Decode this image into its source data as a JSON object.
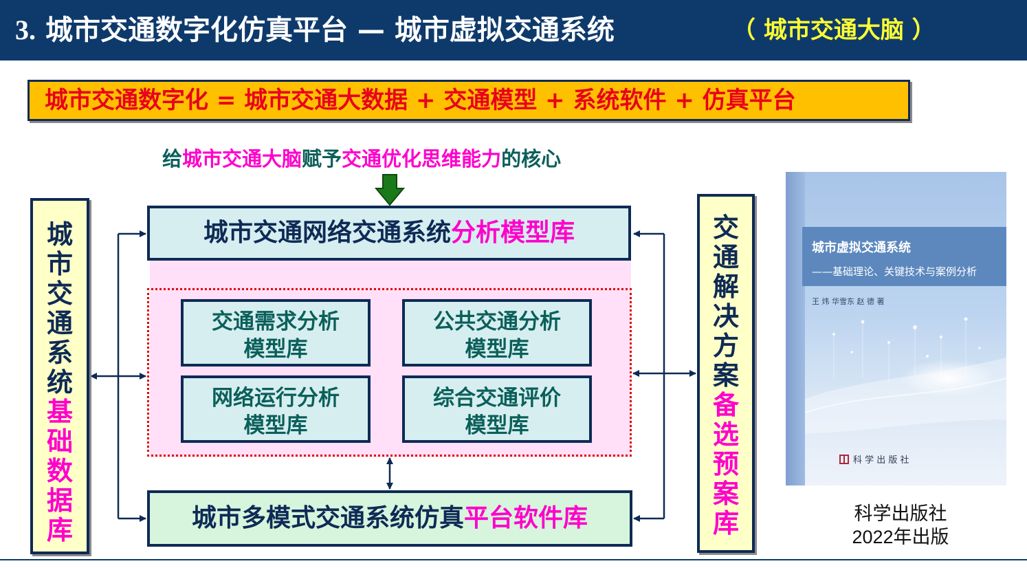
{
  "header": {
    "number": "3.",
    "title": "城市交通数字化仿真平台 — 城市虚拟交通系统",
    "subtitle": "（ 城市交通大脑 ）"
  },
  "formula": "城市交通数字化  =   城市交通大数据 + 交通模型 + 系统软件 + 仿真平台",
  "core_statement": {
    "part1": "给",
    "part2": "城市交通大脑",
    "part3": "赋予",
    "part4": "交通优化思维能力",
    "part5": "的核心"
  },
  "left_box": {
    "chars_dark": [
      "城",
      "市",
      "交",
      "通",
      "系",
      "统"
    ],
    "chars_highlight": [
      "基",
      "础",
      "数",
      "据",
      "库"
    ]
  },
  "right_box": {
    "chars_dark": [
      "交",
      "通",
      "解",
      "决",
      "方",
      "案"
    ],
    "chars_highlight": [
      "备",
      "选",
      "预",
      "案",
      "库"
    ]
  },
  "top_box": {
    "text_dark": "城市交通网络交通系统",
    "text_highlight": "分析模型库"
  },
  "sub_models": [
    {
      "line1": "交通需求分析",
      "line2": "模型库"
    },
    {
      "line1": "公共交通分析",
      "line2": "模型库"
    },
    {
      "line1": "网络运行分析",
      "line2": "模型库"
    },
    {
      "line1": "综合交通评价",
      "line2": "模型库"
    }
  ],
  "bottom_box": {
    "text_dark": "城市多模式交通系统仿真",
    "text_highlight": "平台软件库"
  },
  "book": {
    "title": "城市虚拟交通系统",
    "subtitle": "——基础理论、关键技术与案例分析",
    "authors": "王 炜  华雪东  赵 德  著",
    "publisher": "科  学  出  版  社"
  },
  "caption": {
    "line1": "科学出版社",
    "line2": "2022年出版"
  },
  "colors": {
    "header_bg": "#0e3a6b",
    "navy": "#0e2a55",
    "teal": "#0b5f5a",
    "magenta": "#ff00cc",
    "red": "#e8001c",
    "formula_bg": "#ffc000",
    "side_bg": "#ffffc8",
    "model_bg": "#d6eef0",
    "pink_bg": "#ffe0f8",
    "platform_bg": "#d6f5dc",
    "arrow_green": "#1a7a1a"
  }
}
